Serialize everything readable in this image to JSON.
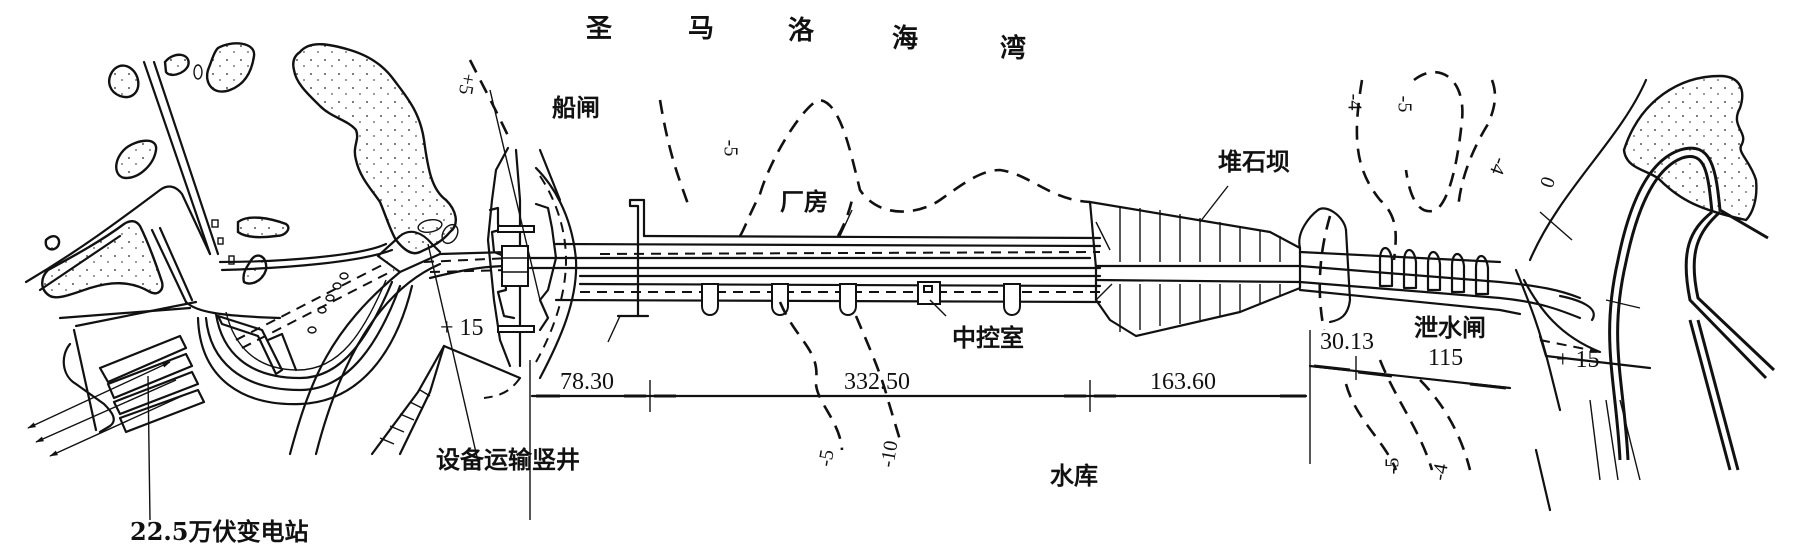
{
  "title_bay": [
    "圣",
    "马",
    "洛",
    "海",
    "湾"
  ],
  "labels": {
    "ship_lock": "船闸",
    "powerhouse": "厂房",
    "rockfill_dam": "堆石坝",
    "control_room": "中控室",
    "spillway": "泄水闸",
    "equipment_shaft": "设备运输竖井",
    "substation": "22.5万伏变电站",
    "reservoir": "水库"
  },
  "elevations": {
    "left_plus": "+ 15",
    "right_plus": "+ 15"
  },
  "dimensions": {
    "d1": "78.30",
    "d2": "332.50",
    "d3": "163.60",
    "d4": "30.13",
    "d5": "115"
  },
  "contours": {
    "c_sea_left": "+5",
    "c_sea_mid": "-5",
    "c_right_1": "-4",
    "c_right_2": "-5",
    "c_right_3": "-4",
    "c_right_zero": "0",
    "c_res_1": "-5",
    "c_res_2": "-10",
    "c_res_3": "-5",
    "c_res_4": "-4"
  },
  "colors": {
    "ink": "#111111",
    "paper": "#ffffff",
    "stipple": "#555555"
  }
}
